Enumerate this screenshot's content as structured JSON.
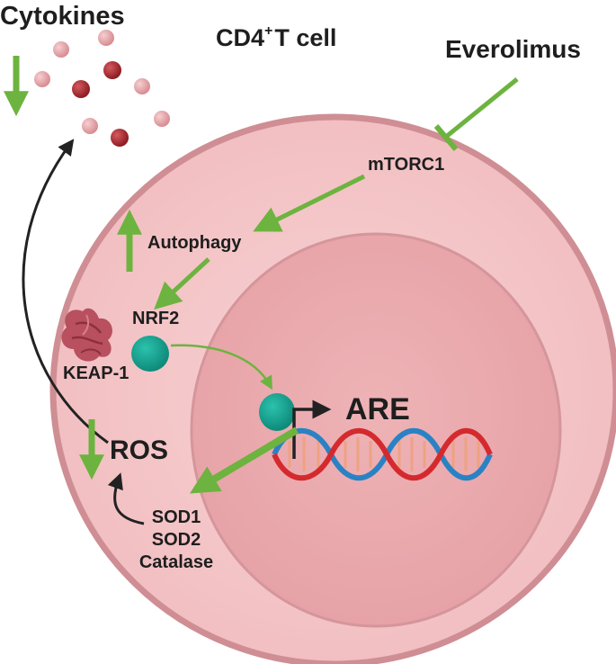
{
  "labels": {
    "cytokines": "Cytokines",
    "cell_name": "CD4",
    "cell_sup": "+",
    "cell_suffix": "T cell",
    "drug": "Everolimus",
    "mtorc1": "mTORC1",
    "autophagy": "Autophagy",
    "nrf2": "NRF2",
    "keap1": "KEAP-1",
    "are": "ARE",
    "ros": "ROS",
    "sod1": "SOD1",
    "sod2": "SOD2",
    "catalase": "Catalase"
  },
  "colors": {
    "cell_fill": "#f4c6c8",
    "cell_stroke": "#cf8e93",
    "nucleus_fill": "#eaa9ad",
    "nucleus_stroke": "#d5969b",
    "arrow_green": "#6db33f",
    "arrow_black": "#222222",
    "nrf2_teal": "#15a391",
    "keap1_red": "#b8505f",
    "dna_red": "#d42a2e",
    "dna_blue": "#2a82c4",
    "cytokine_dark": "#a8282e",
    "cytokine_light": "#e8a6aa"
  },
  "icons": {
    "nrf2_protein": "teal-circle-icon",
    "keap1_protein": "crumpled-protein-icon",
    "dna": "double-helix-icon",
    "cytokine_particles": "particle-dots-icon",
    "inhibition": "t-bar-inhibition-icon"
  }
}
